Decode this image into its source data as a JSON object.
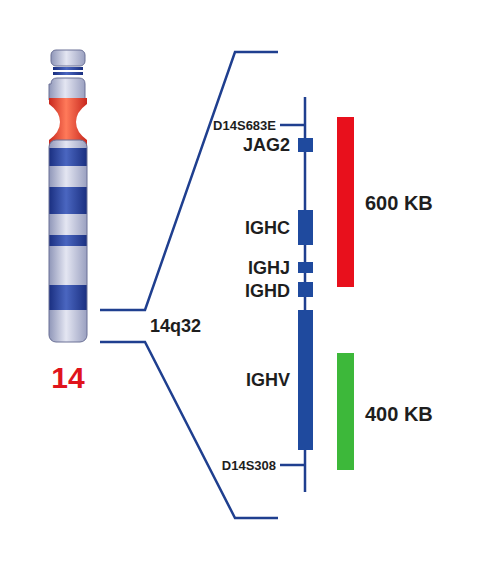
{
  "diagram": {
    "labels": [
      "14",
      "14q32",
      "D14S683E",
      "JAG2",
      "IGHC",
      "IGHJ",
      "IGHD",
      "IGHV",
      "D14S308",
      "600 KB",
      "400 KB"
    ]
  }
}
